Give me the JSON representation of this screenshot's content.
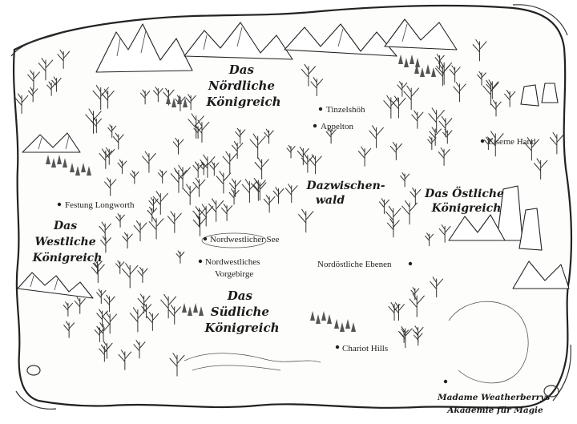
{
  "regions": {
    "north": [
      "Das",
      "Nördliche",
      "Königreich"
    ],
    "west": [
      "Das",
      "Westliche",
      "Königreich"
    ],
    "south": [
      "Das",
      "Südliche",
      "Königreich"
    ],
    "east": [
      "Das Östliche",
      "Königreich"
    ],
    "forest": [
      "Dazwischen-",
      "wald"
    ]
  },
  "places": {
    "tinzelshoh": "Tinzelshöh",
    "appelton": "Appelton",
    "eiserne_hand": "Eiserne Hand",
    "festung": "Festung Longworth",
    "see": "Nordwestlicher See",
    "vorgebirge": [
      "Nordwestliches",
      "Vorgebirge"
    ],
    "ebenen": "Nordöstliche Ebenen",
    "chariot": "Chariot Hills"
  },
  "academy": [
    "Madame Weatherberrys",
    "Akademie für Magie"
  ]
}
